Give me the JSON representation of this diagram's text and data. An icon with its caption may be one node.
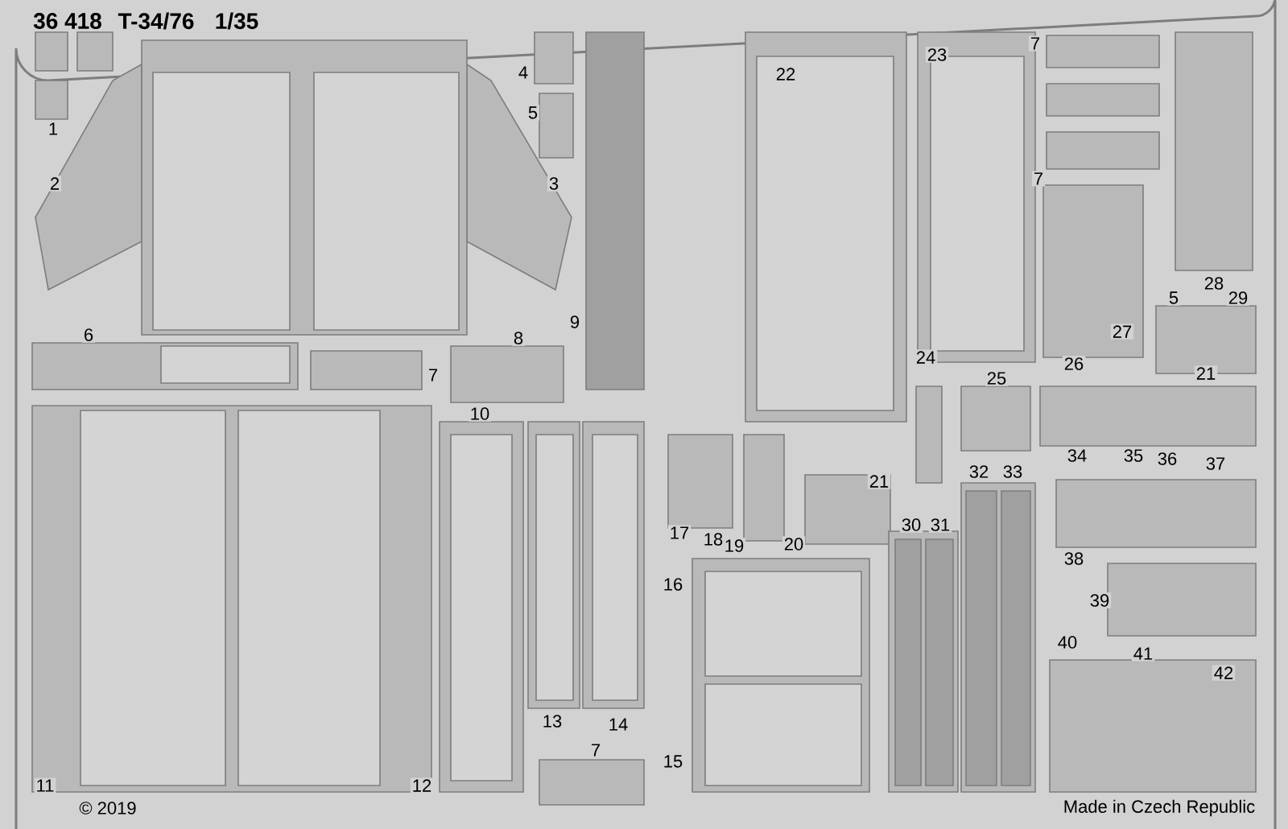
{
  "diagram": {
    "labels": [
      "36 418",
      "T-34/76",
      "1/35",
      "1",
      "2",
      "3",
      "4",
      "5",
      "22",
      "23",
      "7",
      "7",
      "28",
      "6",
      "7",
      "8",
      "9",
      "5",
      "29",
      "27",
      "26",
      "21",
      "24",
      "25",
      "10",
      "34",
      "35",
      "36",
      "37",
      "21",
      "32",
      "33",
      "30",
      "31",
      "38",
      "17",
      "18",
      "19",
      "20",
      "16",
      "39",
      "40",
      "41",
      "42",
      "13",
      "14",
      "7",
      "15",
      "11",
      "12",
      "© 2019",
      "Made in Czech Republic"
    ]
  }
}
